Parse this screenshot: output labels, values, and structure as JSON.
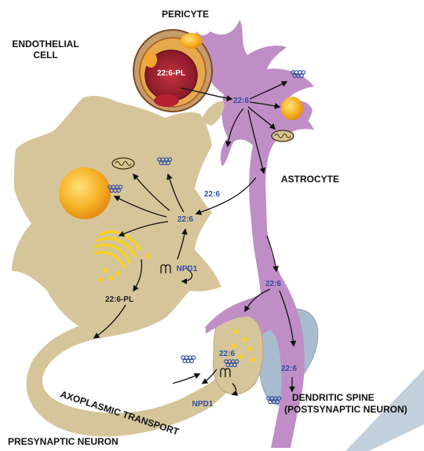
{
  "labels": {
    "pericyte": "PERICYTE",
    "endothelial_line1": "ENDOTHELIAL",
    "endothelial_line2": "CELL",
    "astrocyte": "ASTROCYTE",
    "axoplasmic_transport": "AXOPLASMIC  TRANSPORT",
    "presynaptic_neuron": "PRESYNAPTIC NEURON",
    "dendritic_line1": "DENDRITIC SPINE",
    "dendritic_line2": "(POSTSYNAPTIC NEURON)"
  },
  "molecules": {
    "dha_pl_capillary": "22:6-PL",
    "dha_pl_neuron": "22:6-PL",
    "dha": "22:6",
    "npd1": "NPD1"
  },
  "colors": {
    "astrocyte": "#c08ec6",
    "neuron": "#d6c59a",
    "nucleus": "#f3a51f",
    "endothelial": "#8c1e2c",
    "pericyte_ring": "#a56a2e",
    "postsynaptic": "#a9bccf",
    "molecule_text": "#2f4fa0"
  }
}
